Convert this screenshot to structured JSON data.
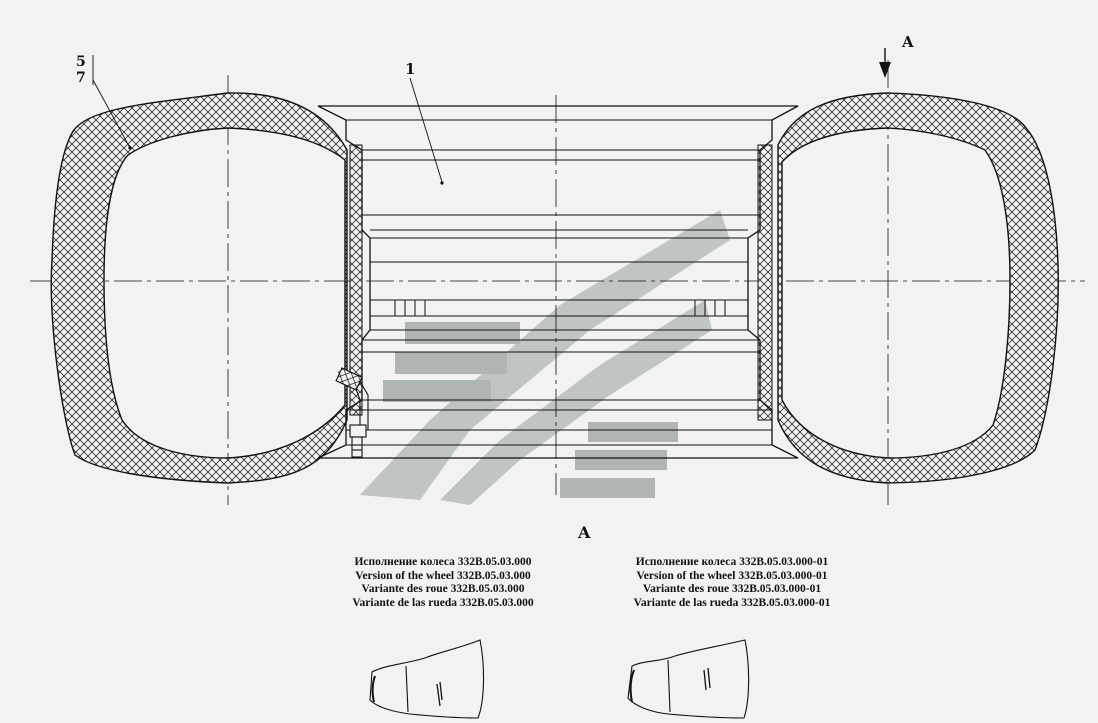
{
  "drawing": {
    "callouts": {
      "part_1": "1",
      "part_5": "5",
      "part_7": "7"
    },
    "section": {
      "mark_top": "A",
      "mark_bottom": "A"
    },
    "colors": {
      "line": "#111111",
      "background": "#f2f2f2",
      "watermark": "#9aa3a3"
    }
  },
  "captions": {
    "left": {
      "line1": "Исполнение колеса 332В.05.03.000",
      "line2": "Version of the wheel 332В.05.03.000",
      "line3": "Variante des roue 332В.05.03.000",
      "line4": "Variante de las rueda 332В.05.03.000"
    },
    "right": {
      "line1": "Исполнение колеса 332В.05.03.000-01",
      "line2": "Version of the wheel 332В.05.03.000-01",
      "line3": "Variante des roue 332В.05.03.000-01",
      "line4": "Variante de las rueda 332В.05.03.000-01"
    }
  }
}
